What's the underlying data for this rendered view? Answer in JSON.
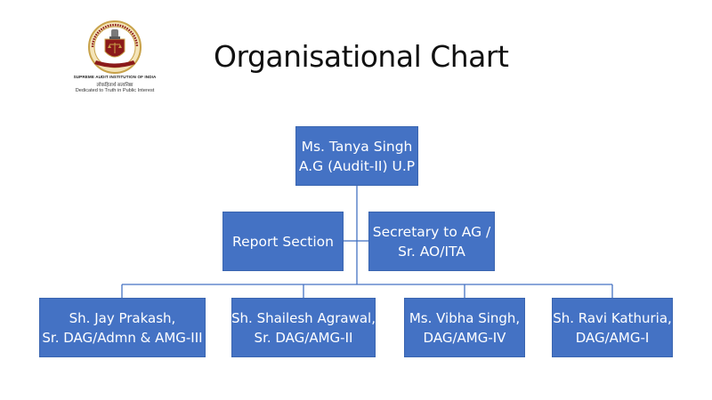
{
  "header": {
    "title": "Organisational Chart"
  },
  "logo": {
    "caption_line1": "SUPREME AUDIT INSTITUTION OF INDIA",
    "caption_line2": "लोकहितार्थ सत्यनिष्ठा",
    "caption_line3": "Dedicated to Truth in Public Interest"
  },
  "chart": {
    "top": {
      "line1": "Ms. Tanya Singh",
      "line2": "A.G (Audit-II) U.P"
    },
    "assistants": [
      {
        "line1": "Report Section",
        "line2": ""
      },
      {
        "line1": "Secretary to AG /",
        "line2": "Sr. AO/ITA"
      }
    ],
    "subordinates": [
      {
        "line1": "Sh. Jay Prakash,",
        "line2": "Sr. DAG/Admn & AMG-III"
      },
      {
        "line1": "Sh. Shailesh Agrawal,",
        "line2": "Sr. DAG/AMG-II"
      },
      {
        "line1": "Ms. Vibha Singh,",
        "line2": "DAG/AMG-IV"
      },
      {
        "line1": "Sh. Ravi Kathuria,",
        "line2": "DAG/AMG-I"
      }
    ]
  },
  "colors": {
    "box_fill": "#4472c4",
    "connector": "#4472c4",
    "logo_maroon": "#8b1a1a",
    "logo_gold": "#c8a24a"
  }
}
